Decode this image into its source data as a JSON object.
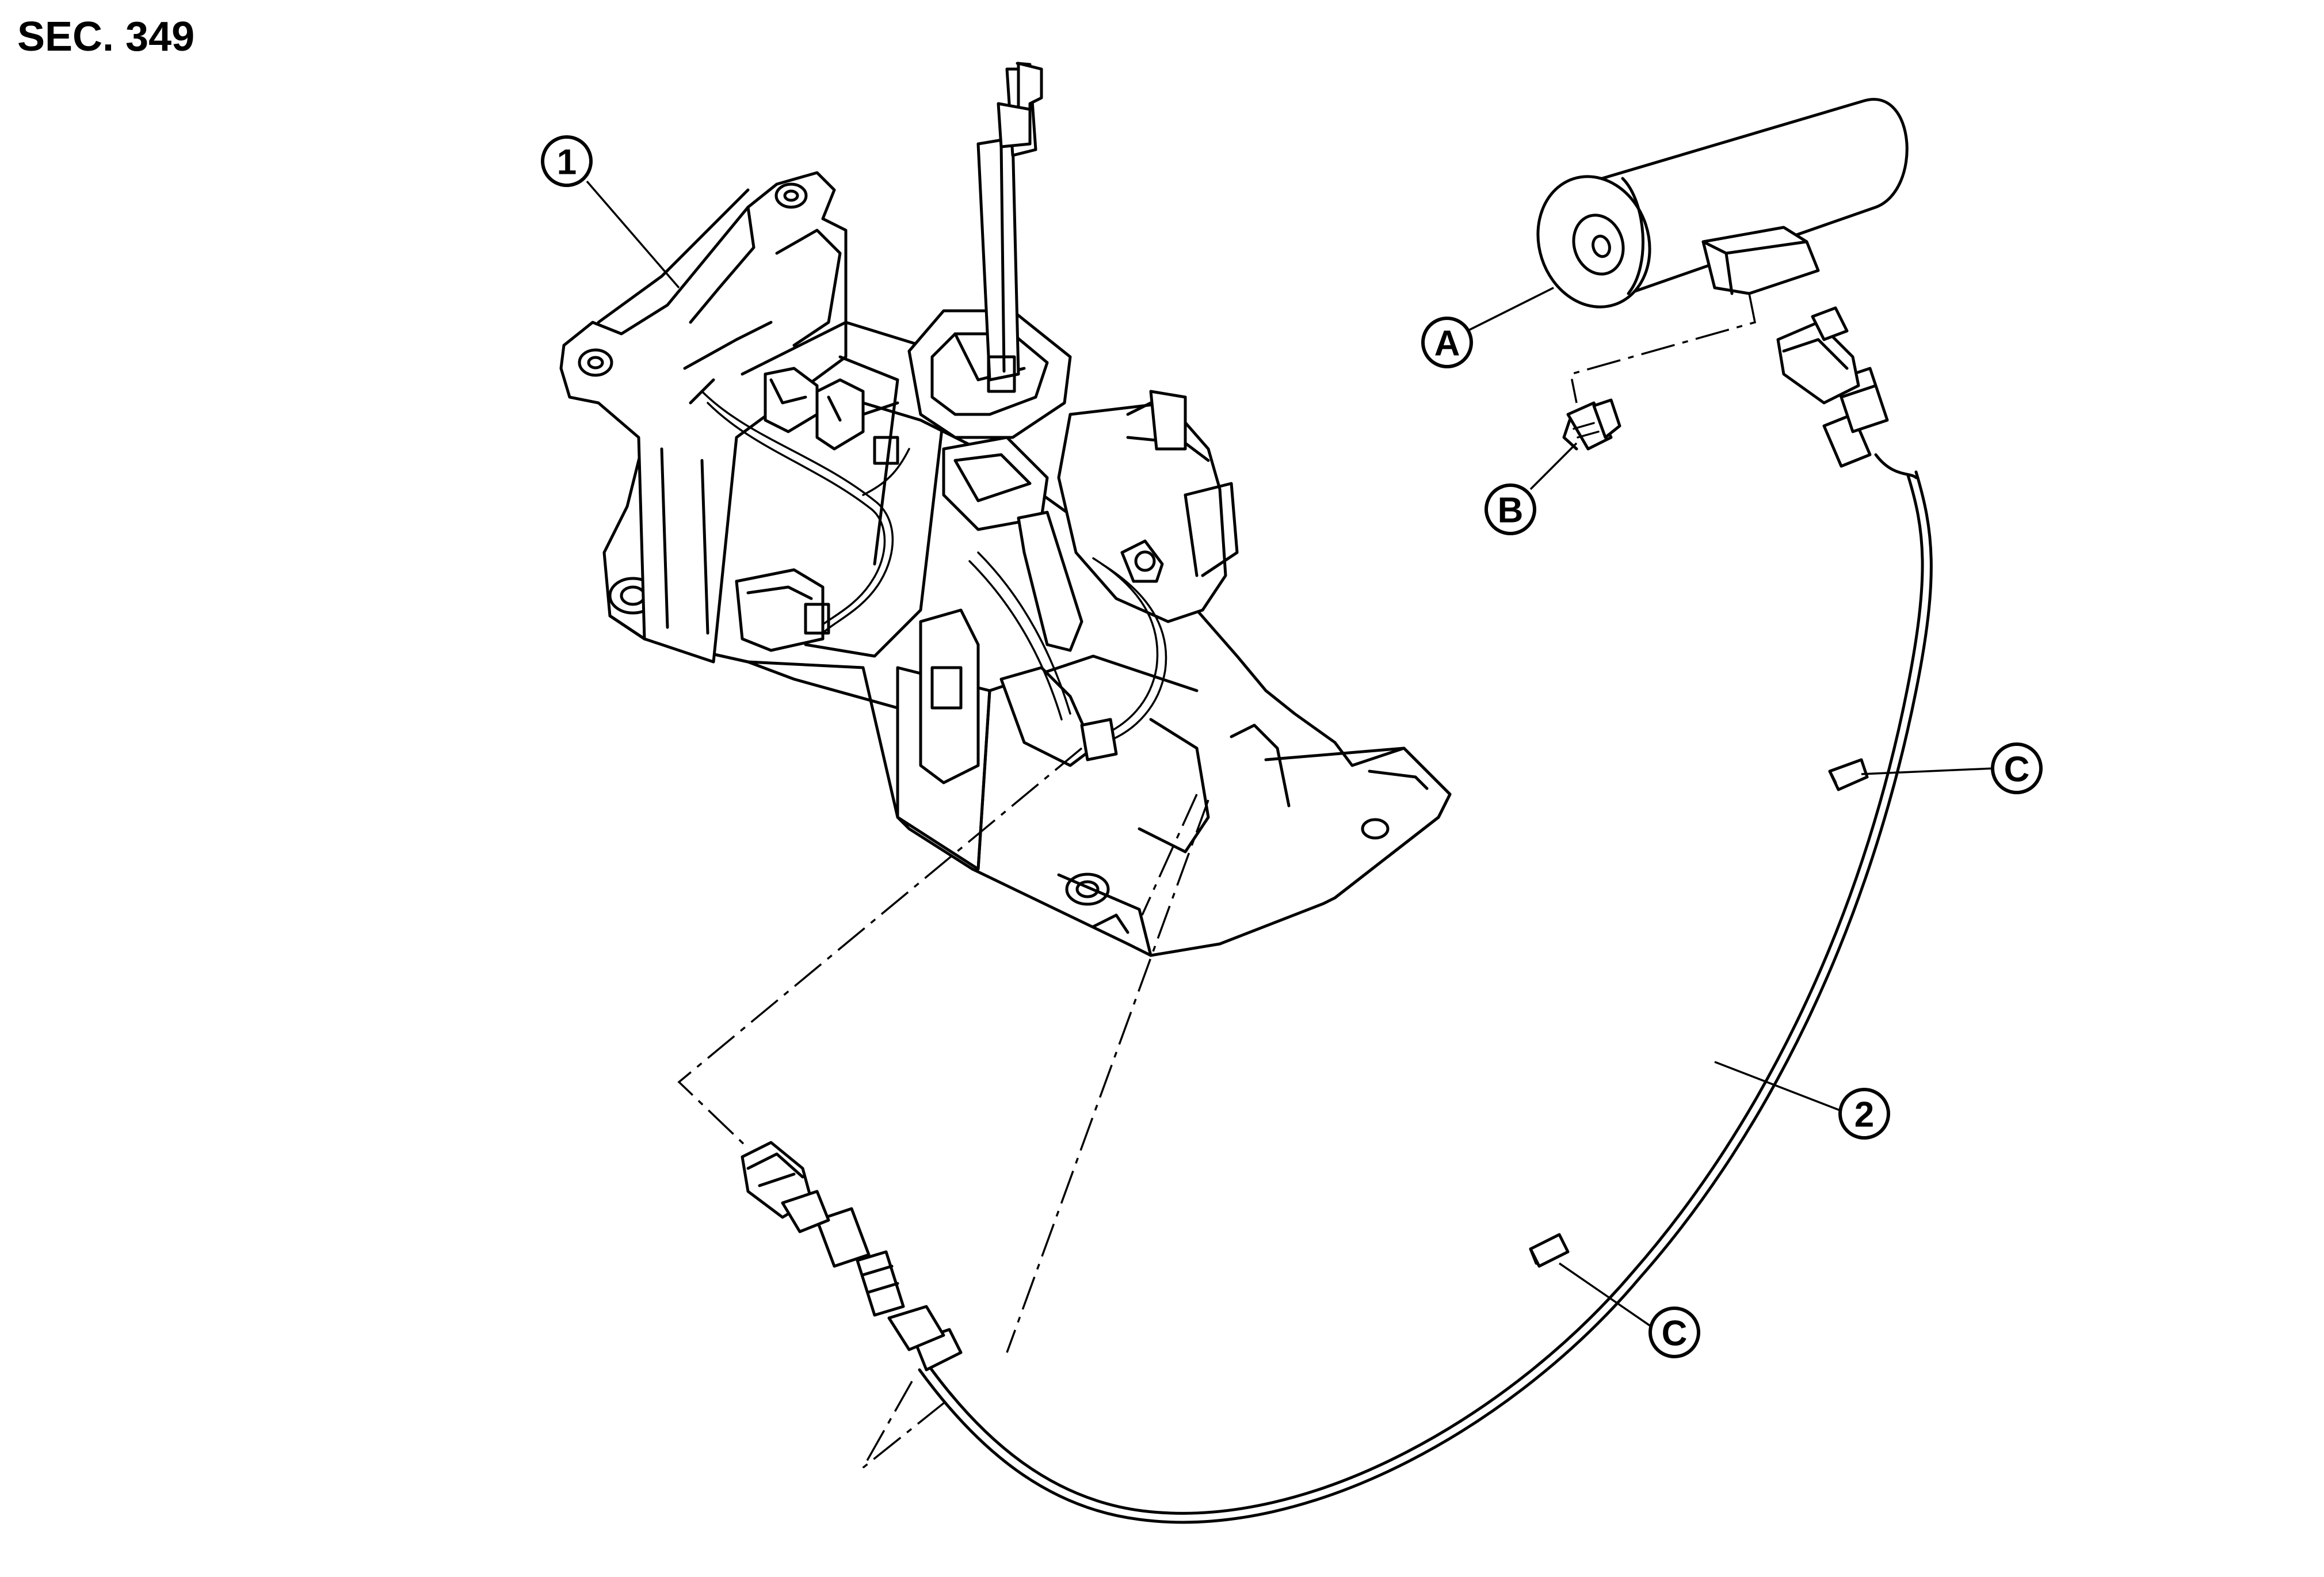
{
  "section": "SEC. 349",
  "callouts": {
    "item_1": "1",
    "item_2": "2",
    "a": "A",
    "b": "B",
    "c_upper": "C",
    "c_lower": "C"
  }
}
